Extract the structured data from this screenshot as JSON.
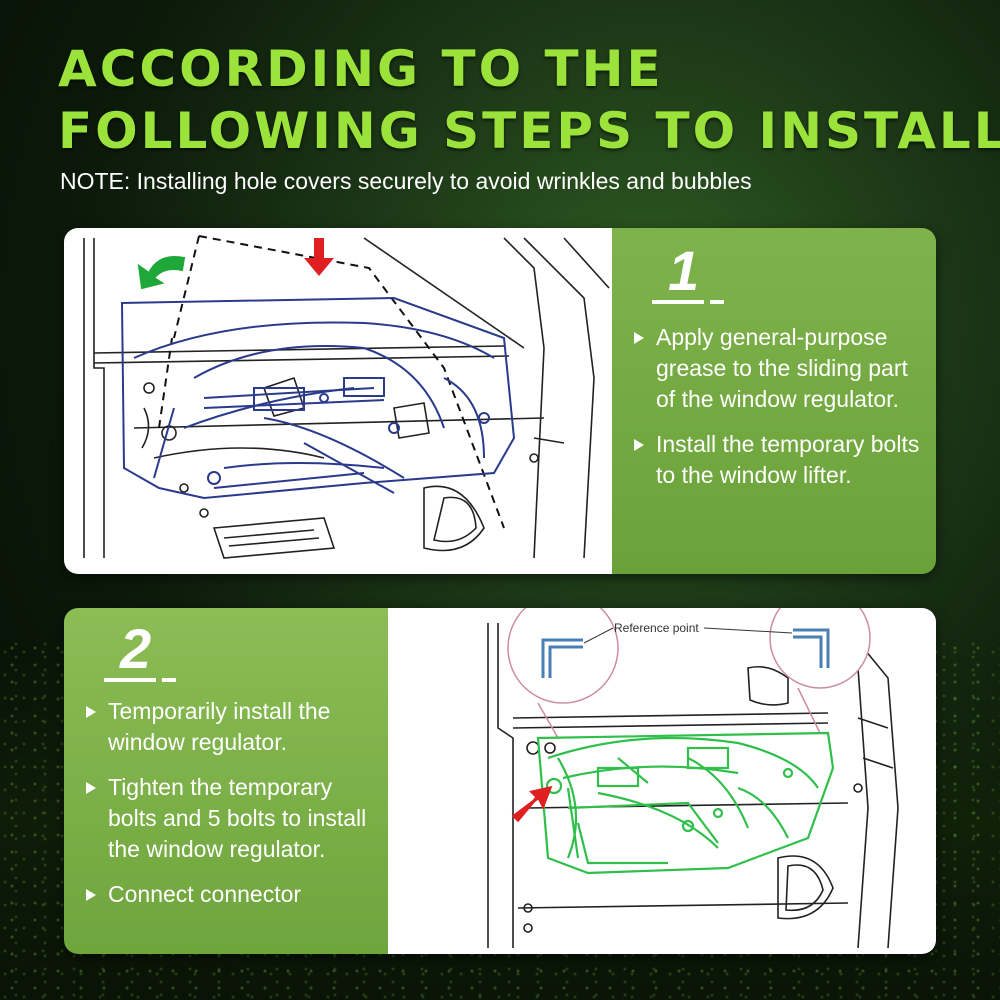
{
  "title": {
    "line1": "ACCORDING TO THE",
    "line2": "FOLLOWING STEPS TO INSTALL"
  },
  "note": "NOTE: Installing hole covers securely to avoid wrinkles and bubbles",
  "steps": [
    {
      "number": "1",
      "bullets": [
        "Apply general-purpose grease to the sliding part of the window regulator.",
        "Install the temporary bolts to the window lifter."
      ]
    },
    {
      "number": "2",
      "bullets": [
        "Temporarily install the window regulator.",
        "Tighten the temporary bolts and 5 bolts to install the window regulator.",
        "Connect connector"
      ],
      "diagram_label": "Reference point"
    }
  ],
  "colors": {
    "title_green": "#9be33a",
    "panel_green": "#74aa42",
    "regulator_blue": "#2a3a8c",
    "regulator_green": "#2fbf4a",
    "arrow_red": "#e02020",
    "arrow_green": "#1fa83a"
  }
}
